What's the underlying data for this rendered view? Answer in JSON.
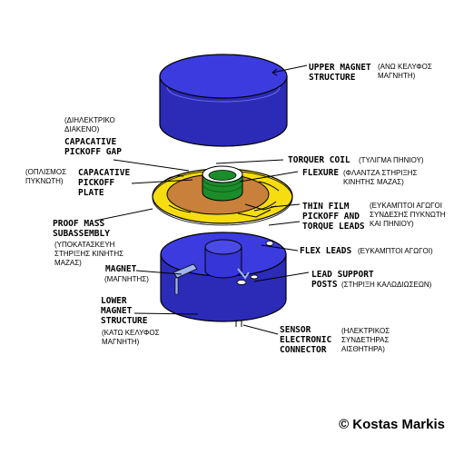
{
  "colors": {
    "magnet_blue": "#3535d8",
    "magnet_side": "#2b2bb8",
    "flexure_yellow": "#f5dd10",
    "coil_green": "#1b8c2a",
    "mass_copper": "#c9803a",
    "outline": "#000000"
  },
  "labels": {
    "upper_magnet": "UPPER MAGNET\nSTRUCTURE",
    "upper_magnet_gr": "(ΑΝΩ ΚΕΛΥΦΟΣ\nΜΑΓΝΗΤΗ)",
    "dielectric_gr": "(ΔΙΗΛΕΚΤΡΙΚΟ\nΔΙΑΚΕΝΟ)",
    "cap_gap": "CAPACATIVE\nPICKOFF GAP",
    "torquer_coil": "TORQUER COIL",
    "torquer_coil_gr": "(ΤΥΛΙΓΜΑ ΠΗΝΙΟΥ)",
    "flexure": "FLEXURE",
    "flexure_gr": "(ΦΛΑΝΤΖΑ ΣΤΗΡΙΞΗΣ\nΚΙΝΗΤΗΣ ΜΑΖΑΣ)",
    "plate_gr": "(ΟΠΛΙΣΜΟΣ\nΠΥΚΝΩΤΗ)",
    "plate": "CAPACATIVE\nPICKOFF\nPLATE",
    "thin_film": "THIN FILM\nPICKOFF AND\nTORQUE LEADS",
    "thin_film_gr": "(ΕΥΚΑΜΠΤΟΙ ΑΓΩΓΟΙ\nΣΥΝΔΕΣΗΣ ΠΥΚΝΩΤΗ\nΚΑΙ ΠΗΝΙΟΥ)",
    "proof_mass": "PROOF MASS\nSUBASSEMBLY",
    "proof_mass_gr": "(ΥΠΟΚΑΤΑΣΚΕΥΗ\nΣΤΗΡΙΞΗΣ ΚΙΝΗΤΗΣ\nΜΑΖΑΣ)",
    "flex_leads": "FLEX LEADS",
    "flex_leads_gr": "(ΕΥΚΑΜΠΤΟΙ ΑΓΩΓΟΙ)",
    "magnet": "MAGNET",
    "magnet_gr": "(ΜΑΓΝΗΤΗΣ)",
    "lead_support": "LEAD SUPPORT\nPOSTS",
    "lead_support_gr": "(ΣΤΗΡΙΞΗ ΚΑΛΩΔΙΩΣΕΩΝ)",
    "lower_magnet": "LOWER\nMAGNET\nSTRUCTURE",
    "lower_magnet_gr": "(ΚΑΤΩ ΚΕΛΥΦΟΣ\nΜΑΓΝΗΤΗ)",
    "sensor": "SENSOR\nELECTRONIC\nCONNECTOR",
    "sensor_gr": "(ΗΛΕΚΤΡΙΚΟΣ\nΣΥΝΔΕΤΗΡΑΣ\nΑΙΣΘΗΤΗΡΑ)"
  },
  "copyright": "© Kostas Markis"
}
